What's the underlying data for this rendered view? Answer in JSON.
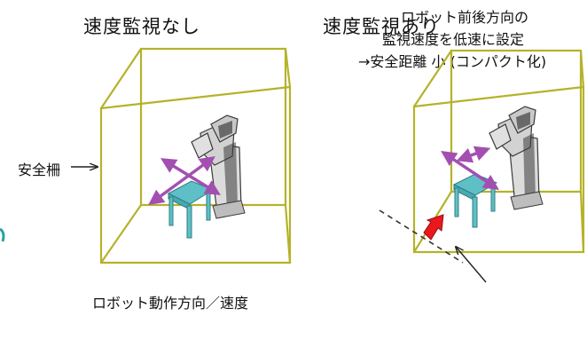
{
  "panels": {
    "left_title": "速度監視なし",
    "right_title": "速度監視あり"
  },
  "labels": {
    "fence": "安全柵",
    "left_caption": "ロボット動作方向／速度",
    "right_note_line1": "ロボット前後方向の",
    "right_note_line2": "監視速度を低速に設定",
    "right_note_line3": "→安全距離 小 (コンパクト化)"
  },
  "colors": {
    "fence": "#b5b22b",
    "motion_arrows": "#a34fb1",
    "robot_body": "#dcdcdc",
    "robot_dark": "#3a3a3a",
    "table": "#5fbfc6",
    "approach_arrow": "#e8181d"
  },
  "icons": [
    "robot-arm-icon",
    "table-icon",
    "arrow-icon"
  ]
}
